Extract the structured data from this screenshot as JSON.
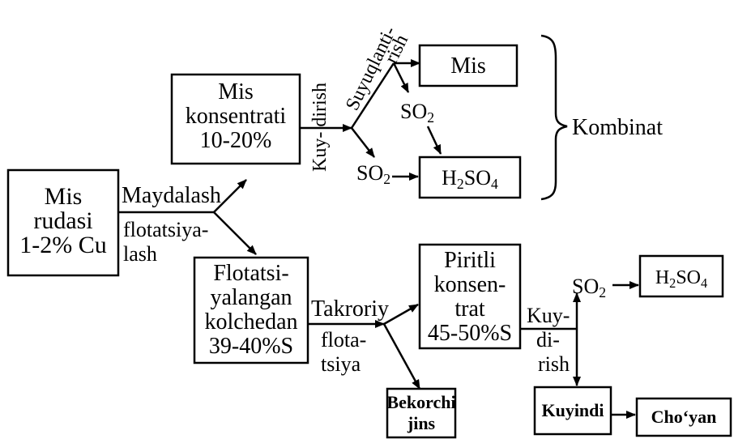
{
  "nodes": {
    "mis_rudasi": [
      "Mis",
      "rudasi",
      "1-2% Cu"
    ],
    "mis_konsentrati": [
      "Mis",
      "konsentrati",
      "10-20%"
    ],
    "mis": "Mis",
    "h2so4_top": {
      "main": "H",
      "sub1": "2",
      "mid": "SO",
      "sub2": "4"
    },
    "flotatsiyalangan": [
      "Flotatsi-",
      "yalangan",
      "kolchedan",
      "39-40%S"
    ],
    "piritli": [
      "Piritli",
      "konsen-",
      "trat",
      "45-50%S"
    ],
    "h2so4_right": {
      "main": "H",
      "sub1": "2",
      "mid": "SO",
      "sub2": "4"
    },
    "bekorchi": [
      "Bekorchi",
      "jins"
    ],
    "kuyindi": "Kuyindi",
    "choyan": "Cho‘yan"
  },
  "labels": {
    "maydalash": "Maydalash",
    "flotatsiyalash": [
      "flotatsiya-",
      "lash"
    ],
    "kuydirish_vertical": "Kuy- dirish",
    "suyuqlantirish": [
      "Suyuqlanti-",
      "rish"
    ],
    "so2_a": {
      "main": "SO",
      "sub": "2"
    },
    "so2_b": {
      "main": "SO",
      "sub": "2"
    },
    "so2_c": {
      "main": "SO",
      "sub": "2"
    },
    "kombinat": "Kombinat",
    "takroriy": "Takroriy",
    "flotatsiya": [
      "flota-",
      "tsiya"
    ],
    "kuydirish_right": [
      "Kuy-",
      "di-",
      "rish"
    ]
  }
}
